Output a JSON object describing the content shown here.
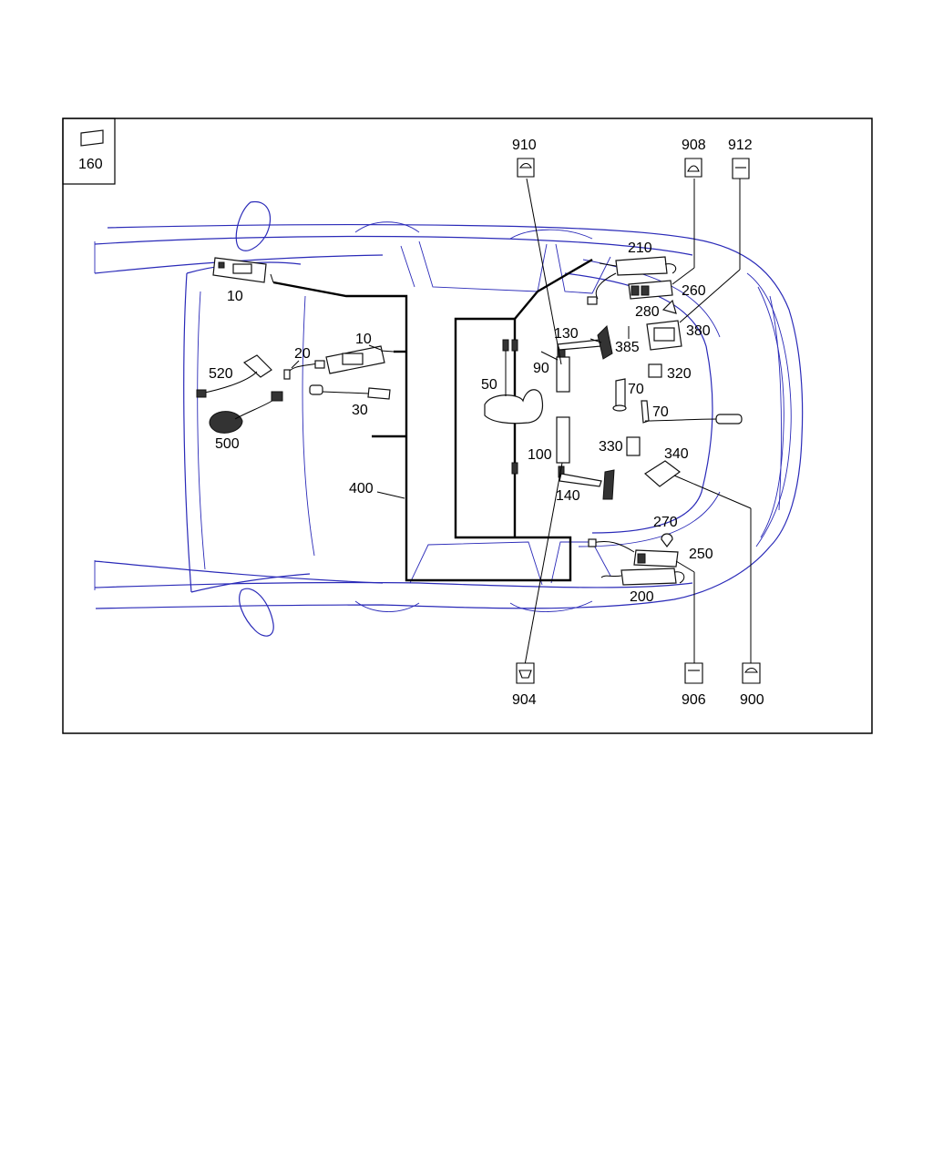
{
  "legend": {
    "label": "160"
  },
  "parts": [
    {
      "id": "10a",
      "label": "10"
    },
    {
      "id": "10b",
      "label": "10"
    },
    {
      "id": "20",
      "label": "20"
    },
    {
      "id": "30",
      "label": "30"
    },
    {
      "id": "50",
      "label": "50"
    },
    {
      "id": "70a",
      "label": "70"
    },
    {
      "id": "70b",
      "label": "70"
    },
    {
      "id": "90",
      "label": "90"
    },
    {
      "id": "100",
      "label": "100"
    },
    {
      "id": "130",
      "label": "130"
    },
    {
      "id": "140",
      "label": "140"
    },
    {
      "id": "200",
      "label": "200"
    },
    {
      "id": "210",
      "label": "210"
    },
    {
      "id": "250",
      "label": "250"
    },
    {
      "id": "260",
      "label": "260"
    },
    {
      "id": "270",
      "label": "270"
    },
    {
      "id": "280",
      "label": "280"
    },
    {
      "id": "320",
      "label": "320"
    },
    {
      "id": "330",
      "label": "330"
    },
    {
      "id": "340",
      "label": "340"
    },
    {
      "id": "380",
      "label": "380"
    },
    {
      "id": "385",
      "label": "385"
    },
    {
      "id": "400",
      "label": "400"
    },
    {
      "id": "500",
      "label": "500"
    },
    {
      "id": "520",
      "label": "520"
    }
  ],
  "connectors": [
    {
      "id": "910",
      "label": "910"
    },
    {
      "id": "908",
      "label": "908"
    },
    {
      "id": "912",
      "label": "912"
    },
    {
      "id": "904",
      "label": "904"
    },
    {
      "id": "906",
      "label": "906"
    },
    {
      "id": "900",
      "label": "900"
    }
  ]
}
